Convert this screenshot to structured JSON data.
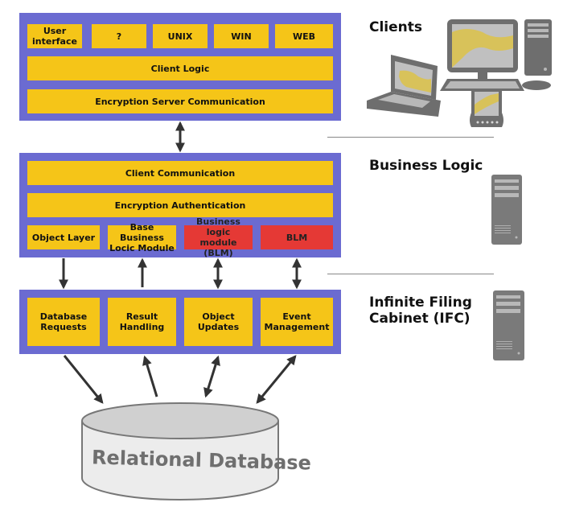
{
  "diagram": {
    "clients_layer": {
      "top_row": [
        "User\ninterface",
        "?",
        "UNIX",
        "WIN",
        "WEB"
      ],
      "client_logic": "Client Logic",
      "encryption": "Encryption Server Communication"
    },
    "business_layer": {
      "client_communication": "Client Communication",
      "encryption_auth": "Encryption Authentication",
      "modules": [
        {
          "label": "Object Layer",
          "color": "#f5c518"
        },
        {
          "label": "Base Business\nLocic Module",
          "color": "#f5c518"
        },
        {
          "label": "Business logic\nmodule (BLM)",
          "color": "#e53935"
        },
        {
          "label": "BLM",
          "color": "#e53935"
        }
      ]
    },
    "ifc_layer": {
      "modules": [
        "Database\nRequests",
        "Result\nHandling",
        "Object\nUpdates",
        "Event\nManagement"
      ]
    },
    "database": {
      "label": "Relational Database"
    },
    "tier_labels": {
      "clients": "Clients",
      "business": "Business Logic",
      "ifc": "Infinite Filing\nCabinet (IFC)"
    },
    "colors": {
      "layer": "#6b6bd1",
      "module": "#f5c518",
      "blm": "#e53935",
      "arrow": "#333333",
      "device": "#7a7a7a"
    }
  }
}
